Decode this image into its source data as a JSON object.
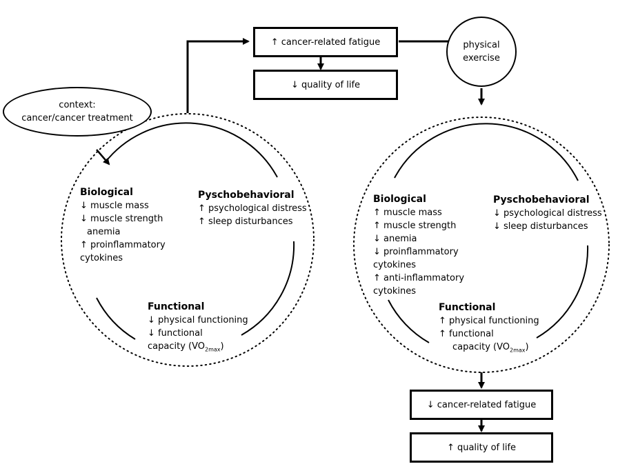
{
  "top_boxes": {
    "fatigue_up": "↑ cancer-related fatigue",
    "qol_down": "↓ quality of life"
  },
  "context": {
    "line1": "context:",
    "line2": "cancer/cancer treatment"
  },
  "exercise": {
    "line1": "physical",
    "line2": "exercise"
  },
  "left_cycle": {
    "biological": {
      "heading": "Biological",
      "items": [
        "↓ muscle mass",
        "↓ muscle strength",
        "anemia",
        "↑ proinflammatory",
        "cytokines"
      ]
    },
    "psychobehavioral": {
      "heading": "Pyschobehavioral",
      "items": [
        "↑ psychological distress",
        "↑ sleep disturbances"
      ]
    },
    "functional": {
      "heading": "Functional",
      "items": [
        "↓ physical functioning",
        "↓ functional",
        "capacity (VO"
      ],
      "sub": "2max",
      "close": ")"
    }
  },
  "right_cycle": {
    "biological": {
      "heading": "Biological",
      "items": [
        "↑ muscle mass",
        "↑ muscle strength",
        "↓ anemia",
        "↓ proinflammatory",
        "cytokines",
        "↑ anti-inflammatory",
        "cytokines"
      ]
    },
    "psychobehavioral": {
      "heading": "Pyschobehavioral",
      "items": [
        "↓ psychological distress",
        "↓ sleep disturbances"
      ]
    },
    "functional": {
      "heading": "Functional",
      "items": [
        "↑ physical functioning",
        "↑ functional",
        "capacity (VO"
      ],
      "sub": "2max",
      "close": ")"
    }
  },
  "bottom_boxes": {
    "fatigue_down": "↓ cancer-related fatigue",
    "qol_up": "↑ quality of life"
  }
}
